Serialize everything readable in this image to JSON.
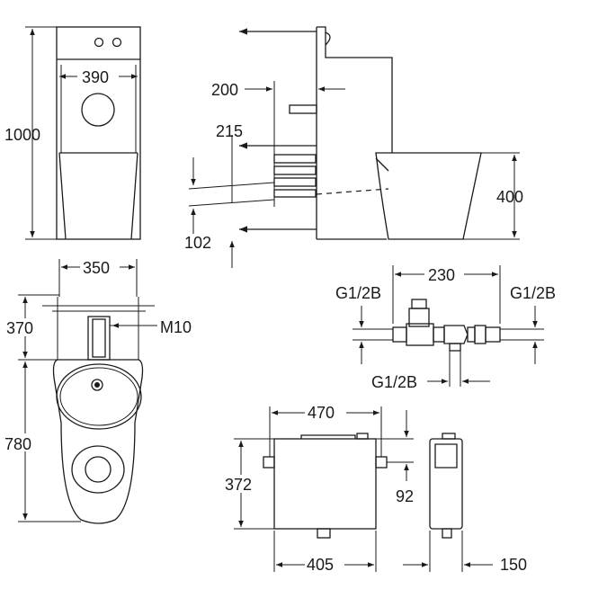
{
  "labels": {
    "front_height": "1000",
    "front_width": "390",
    "side_offset": "200",
    "side_pipe": "215",
    "side_bottom": "102",
    "bowl_height": "400",
    "plan_width": "350",
    "plan_depth": "370",
    "plan_length": "780",
    "bolt": "M10",
    "valve_length": "230",
    "thread_left": "G1/2B",
    "thread_right": "G1/2B",
    "thread_bottom": "G1/2B",
    "cistern_width": "470",
    "cistern_height": "372",
    "cistern_inlet": "92",
    "cistern_base": "405",
    "cistern_depth": "150"
  }
}
